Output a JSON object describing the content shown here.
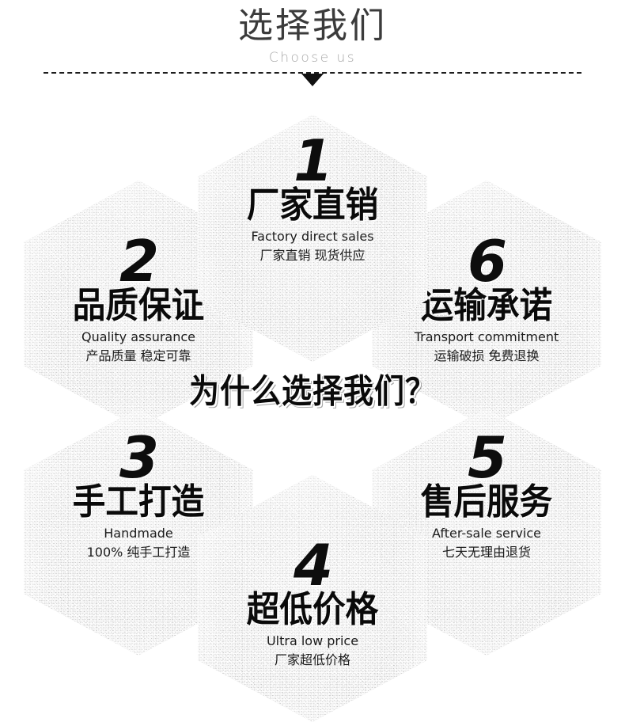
{
  "header": {
    "title_cn": "选择我们",
    "title_en": "Choose us",
    "divider_icon": "dashed-rule",
    "arrow_icon": "triangle-down-icon"
  },
  "center_banner": {
    "text": "为什么选择我们？"
  },
  "colors": {
    "background": "#ffffff",
    "hex_fill": "#cfcfcf",
    "title": "#3b3b3b",
    "subtitle": "#a8a8a8",
    "body_text": "#1c1c1c",
    "heading_text": "#0a0a0a",
    "rule": "#1d1d1d"
  },
  "hexagons": [
    {
      "number": "1",
      "cn_main": "厂家直销",
      "en": "Factory direct sales",
      "cn_sub": "厂家直销 现货供应"
    },
    {
      "number": "2",
      "cn_main": "品质保证",
      "en": "Quality assurance",
      "cn_sub": "产品质量 稳定可靠"
    },
    {
      "number": "6",
      "cn_main": "运输承诺",
      "en": "Transport commitment",
      "cn_sub": "运输破损 免费退换"
    },
    {
      "number": "3",
      "cn_main": "手工打造",
      "en": "Handmade",
      "cn_sub": "100% 纯手工打造"
    },
    {
      "number": "4",
      "cn_main": "超低价格",
      "en": "Ultra low price",
      "cn_sub": "厂家超低价格"
    },
    {
      "number": "5",
      "cn_main": "售后服务",
      "en": "After-sale service",
      "cn_sub": "七天无理由退货"
    }
  ]
}
